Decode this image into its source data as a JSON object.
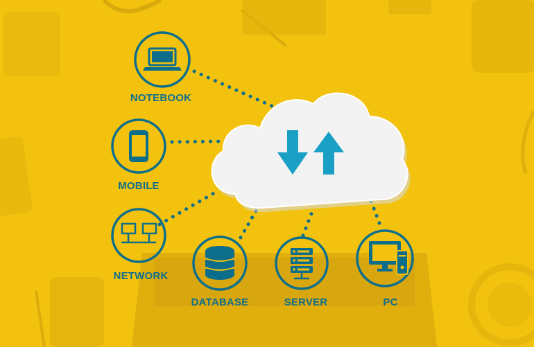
{
  "nodes": [
    {
      "id": "notebook",
      "label": "NOTEBOOK",
      "icon": "laptop-icon"
    },
    {
      "id": "mobile",
      "label": "MOBILE",
      "icon": "smartphone-icon"
    },
    {
      "id": "network",
      "label": "NETWORK",
      "icon": "network-icon"
    },
    {
      "id": "database",
      "label": "DATABASE",
      "icon": "database-icon"
    },
    {
      "id": "server",
      "label": "SERVER",
      "icon": "server-rack-icon"
    },
    {
      "id": "pc",
      "label": "PC",
      "icon": "desktop-pc-icon"
    }
  ],
  "center": {
    "icon": "cloud-upload-download-icon"
  },
  "colors": {
    "background": "#f2c20f",
    "accent": "#0d6e8c",
    "arrow": "#1a9fc5",
    "cloud": "#f3f3f3"
  }
}
